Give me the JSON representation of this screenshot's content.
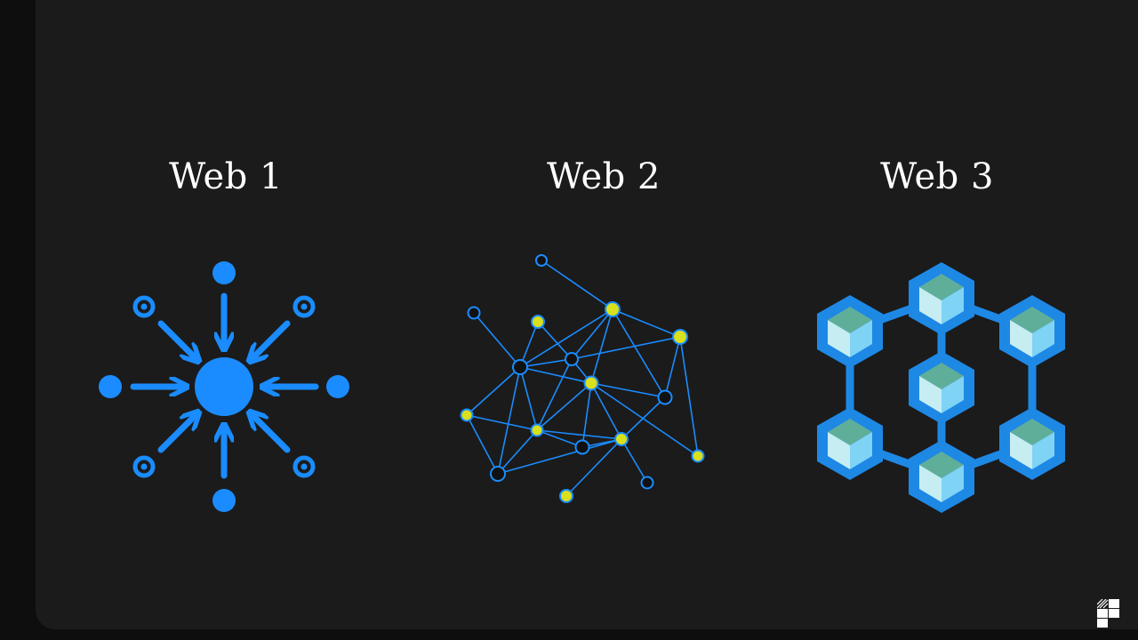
{
  "titles": {
    "web1": "Web 1",
    "web2": "Web 2",
    "web3": "Web 3"
  },
  "colors": {
    "background": "#1b1b1b",
    "blue": "#1a8cff",
    "node_yellow": "#d9e01c",
    "node_dark": "#111111",
    "cube_light": "#c5edf2",
    "cube_mid": "#7fd3f5",
    "cube_top": "#5fae9a",
    "cube_frame": "#1e88e5"
  },
  "icons": [
    "hub-icon",
    "network-icon",
    "blockchain-icon",
    "brand-logo-icon"
  ]
}
